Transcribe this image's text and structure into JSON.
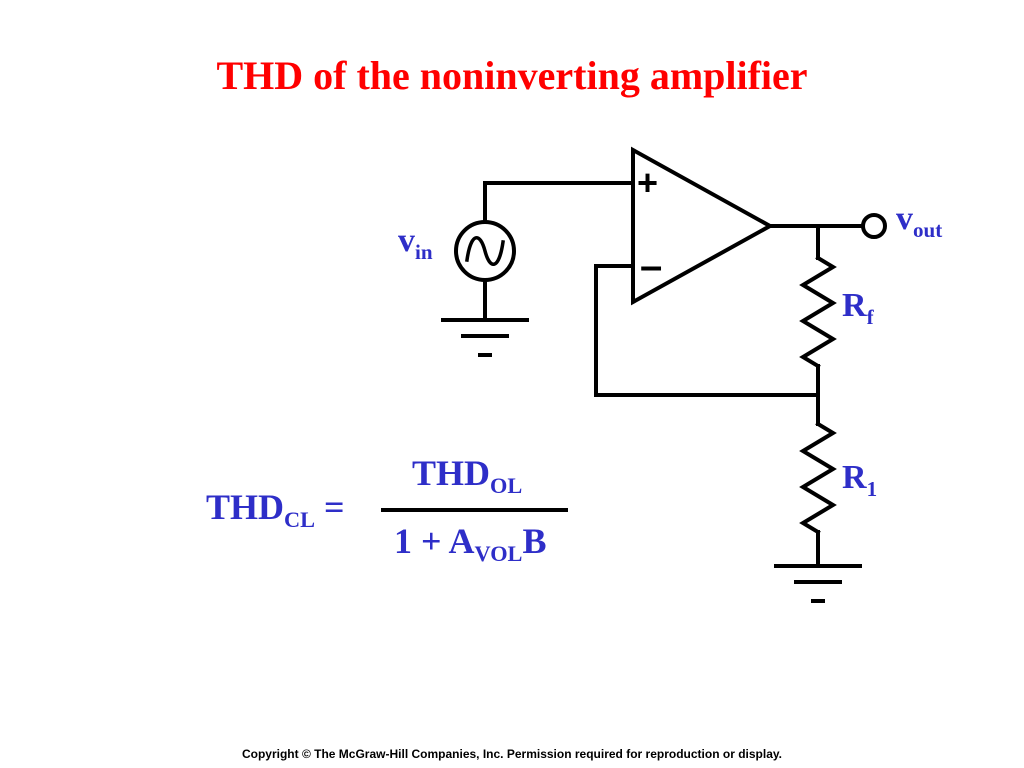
{
  "title": "THD of the noninverting amplifier",
  "circuit": {
    "vin": {
      "main": "v",
      "sub": "in"
    },
    "vout": {
      "main": "v",
      "sub": "out"
    },
    "rf": {
      "main": "R",
      "sub": "f"
    },
    "r1": {
      "main": "R",
      "sub": "1"
    },
    "plus_sign": "+",
    "minus_sign": "–"
  },
  "formula": {
    "lhs_main": "THD",
    "lhs_sub": "CL",
    "equals": "=",
    "numerator_main": "THD",
    "numerator_sub": "OL",
    "denominator_prefix": "1 + A",
    "denominator_sub": "VOL",
    "denominator_suffix": "B"
  },
  "copyright": "Copyright © The McGraw-Hill Companies, Inc. Permission required for reproduction or display.",
  "colors": {
    "title": "#ff0000",
    "labels": "#2e2ec8",
    "wires": "#000000"
  }
}
